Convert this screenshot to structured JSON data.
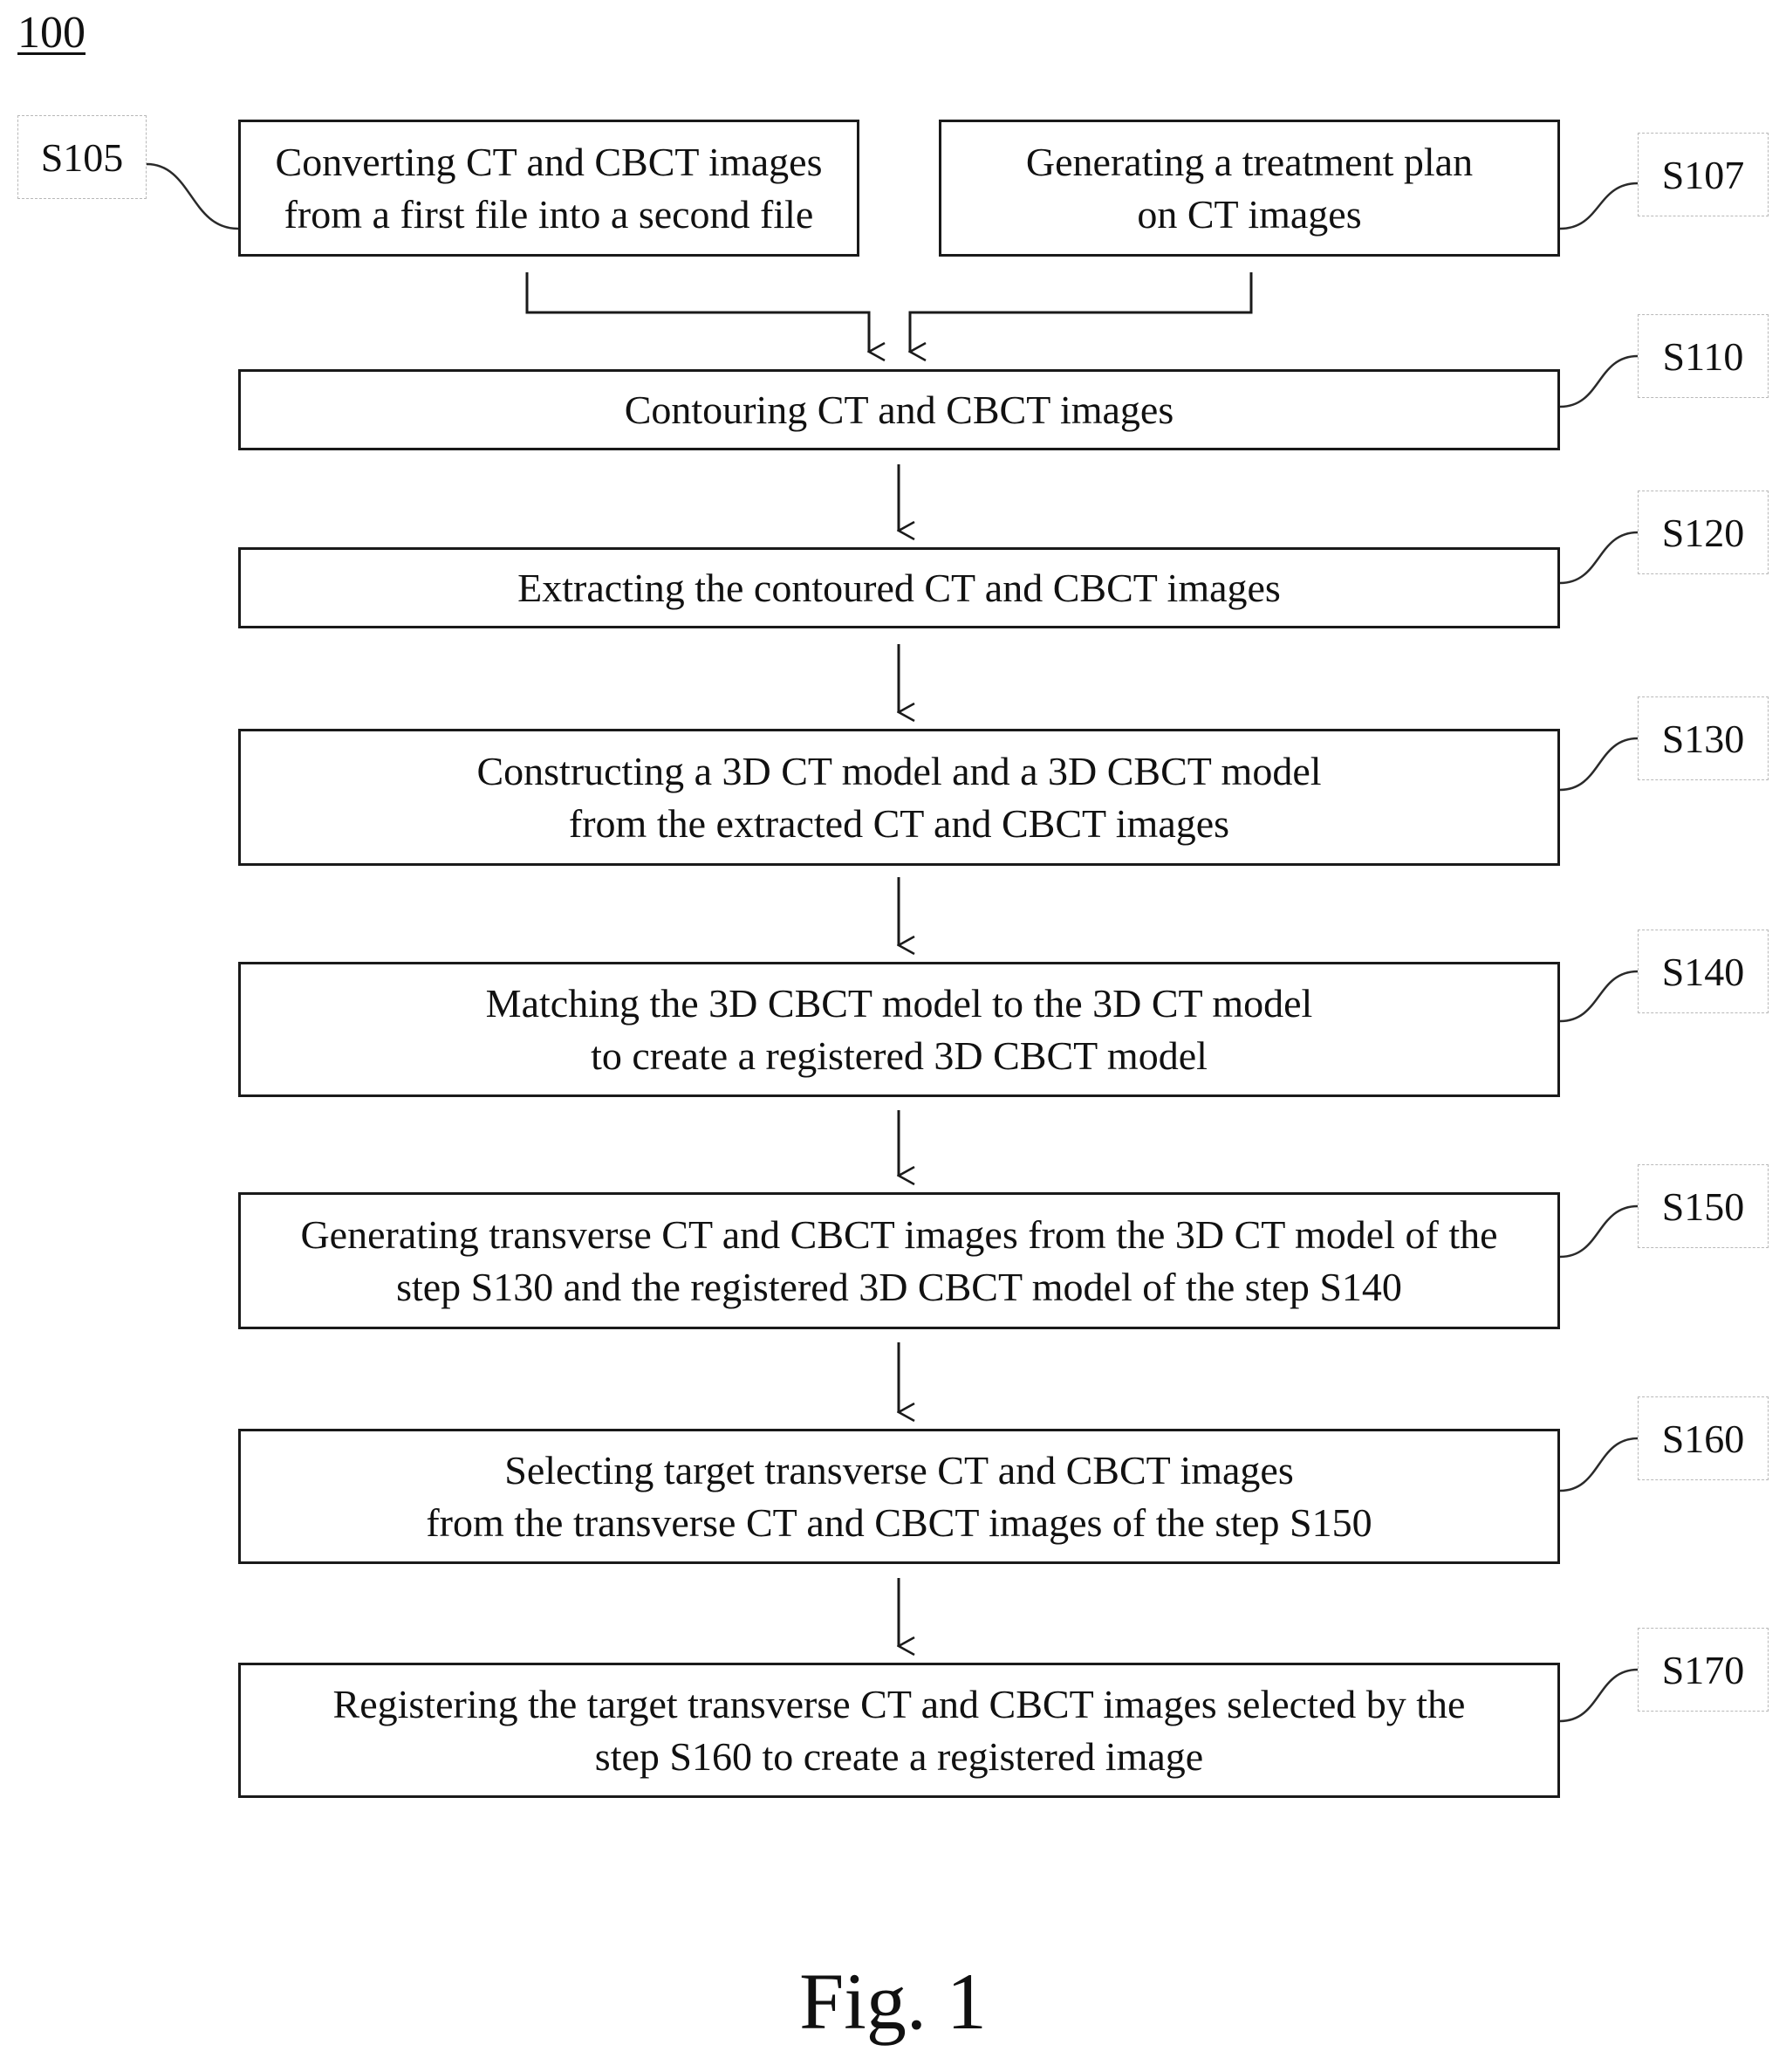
{
  "figure_ref": "100",
  "figure_caption": "Fig. 1",
  "steps": {
    "s105": {
      "label": "S105",
      "text": "Converting CT and CBCT images\nfrom a first file into a second file"
    },
    "s107": {
      "label": "S107",
      "text": "Generating a treatment plan\non CT images"
    },
    "s110": {
      "label": "S110",
      "text": "Contouring CT and CBCT images"
    },
    "s120": {
      "label": "S120",
      "text": "Extracting the contoured CT and CBCT images"
    },
    "s130": {
      "label": "S130",
      "text": "Constructing a 3D CT model and a 3D CBCT model\nfrom the extracted CT and CBCT images"
    },
    "s140": {
      "label": "S140",
      "text": "Matching the 3D CBCT model to the 3D CT model\nto create a registered 3D CBCT model"
    },
    "s150": {
      "label": "S150",
      "text": "Generating transverse CT and CBCT images from the 3D CT model of the\nstep S130 and the registered 3D CBCT model of the step S140"
    },
    "s160": {
      "label": "S160",
      "text": "Selecting target transverse CT and CBCT images\nfrom the transverse CT and CBCT images of the step S150"
    },
    "s170": {
      "label": "S170",
      "text": "Registering the target transverse CT and CBCT images selected by the\nstep S160 to create a registered image"
    }
  }
}
